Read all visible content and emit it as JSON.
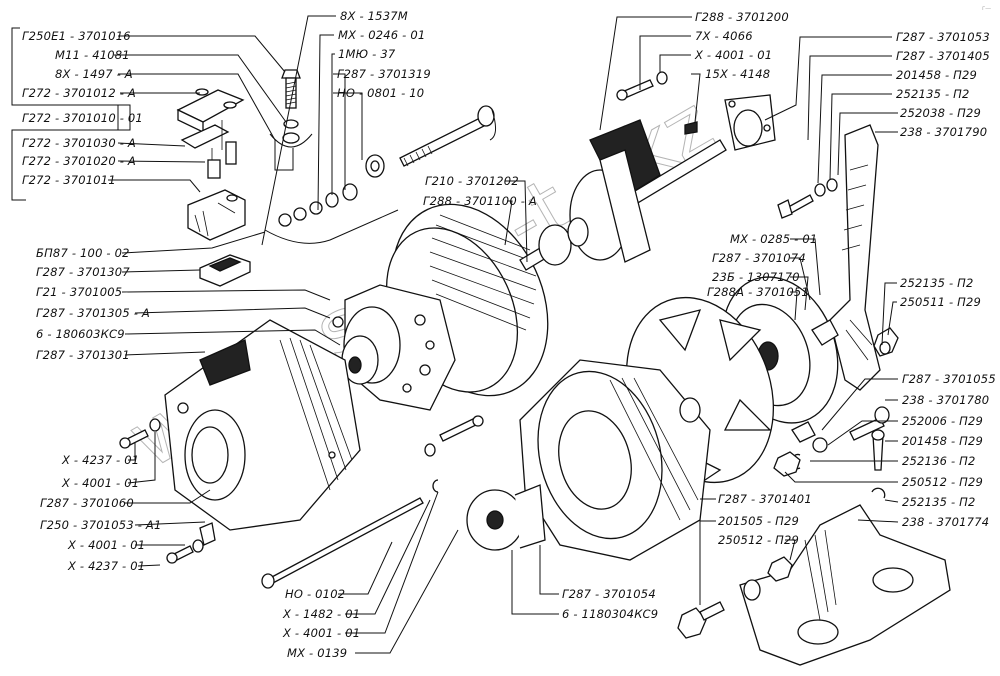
{
  "title": "Generator exploded view",
  "corner_mark": "г—",
  "watermark": "www.s...on-t...kz",
  "labels": {
    "left_group_a": [
      "Г250Е1 - 3701016",
      "М11 - 41081",
      "8Х - 1497 - А",
      "Г272 - 3701012 - А"
    ],
    "left_group_header": "Г272 - 3701010 - 01",
    "left_group_b": [
      "Г272 - 3701030 - А",
      "Г272 - 3701020 - А",
      "Г272 - 3701011"
    ],
    "left_mid": [
      "БП87 - 100 - 02",
      "Г287 - 3701307",
      "Г21 - 3701005",
      "Г287 - 3701305 - А",
      "6 - 180603КС9",
      "Г287 - 3701301"
    ],
    "left_low": [
      "Х - 4237 - 01",
      "Х - 4001 - 01",
      "Г287 - 3701060",
      "Г250 - 3701053 - А1",
      "Х - 4001 - 01",
      "Х - 4237 - 01"
    ],
    "bottom": [
      "НО - 0102",
      "Х - 1482 - 01",
      "Х - 4001 - 01",
      "МХ - 0139"
    ],
    "bottom_right": [
      "Г287 - 3701054",
      "6 - 1180304КС9"
    ],
    "top_center": [
      "8Х - 1537М",
      "МХ - 0246 - 01",
      "1МЮ - 37",
      "Г287 - 3701319",
      "НО - 0801 - 10"
    ],
    "center": [
      "Г210 - 3701202",
      "Г288 - 3701100 - А"
    ],
    "top_right_a": [
      "Г288 - 3701200",
      "7Х - 4066",
      "Х - 4001 - 01",
      "15Х - 4148"
    ],
    "top_right_b": [
      "Г287 - 3701053",
      "Г287 - 3701405",
      "201458 - П29",
      "252135 - П2",
      "252038 - П29",
      "238 - 3701790"
    ],
    "mid_right": [
      "МХ - 0285 - 01",
      "Г287 - 3701074",
      "23Б - 1307170",
      "Г288А - 3701051"
    ],
    "right_nut": [
      "252135 - П2",
      "250511 - П29"
    ],
    "right_low": [
      "Г287 - 3701055",
      "238 - 3701780",
      "252006 - П29",
      "201458 - П29",
      "252136 - П2",
      "250512 - П29",
      "252135 - П2",
      "238 - 3701774"
    ],
    "housing": "Г287 - 3701401",
    "bracket": [
      "201505 - П29",
      "250512 - П29"
    ]
  }
}
